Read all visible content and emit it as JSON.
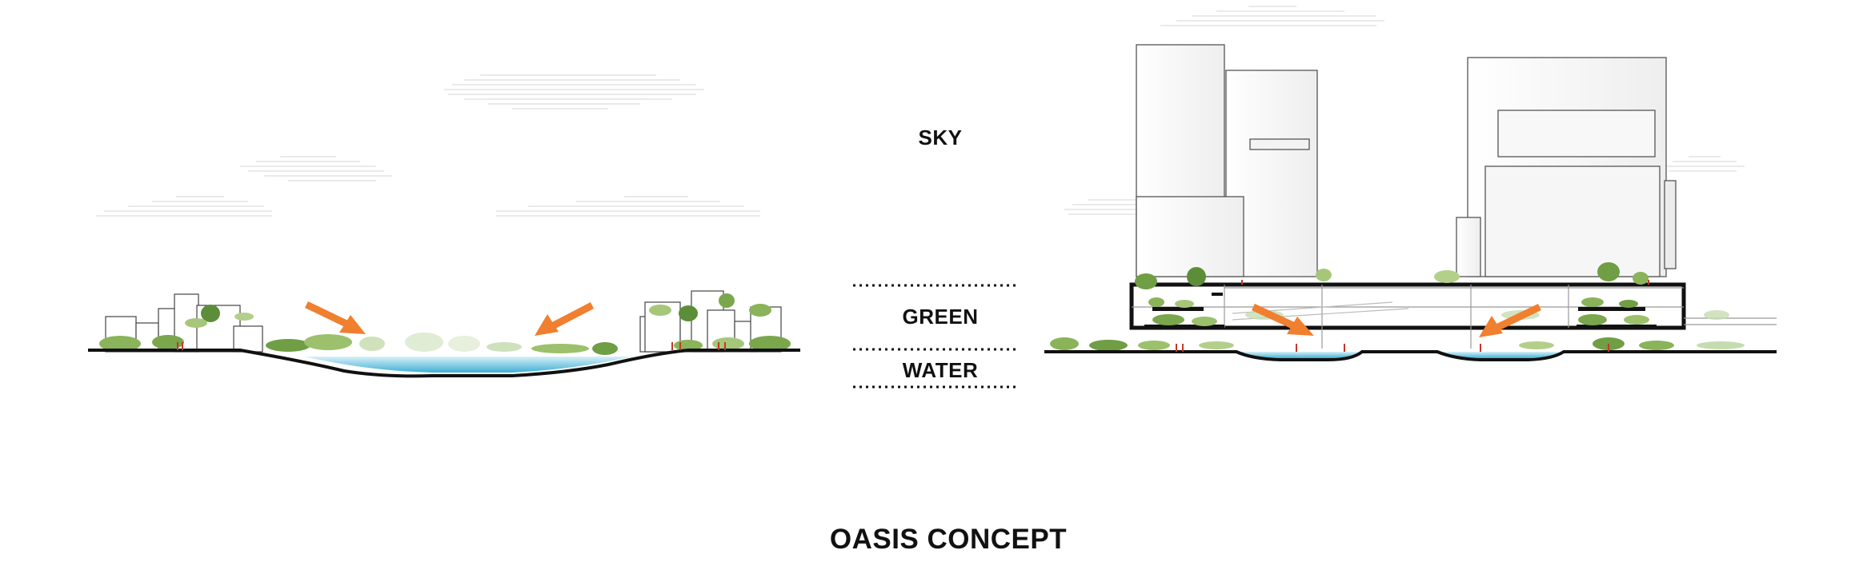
{
  "labels": {
    "sky": "SKY",
    "green": "GREEN",
    "water": "WATER"
  },
  "title": "OASIS CONCEPT",
  "colors": {
    "arrow": "#f07f2f",
    "water": "#4fb8d8",
    "water_light": "#bfe7f2",
    "foliage": "#8ab35a",
    "foliage_dark": "#5c8e3a",
    "ground": "#111111",
    "building_line": "#555555",
    "cloud": "#d9d9d9",
    "people": "#c0392b"
  },
  "icons": {
    "arrow": "orange-arrow-icon",
    "tree": "tree-icon",
    "cloud": "cloud-icon"
  }
}
